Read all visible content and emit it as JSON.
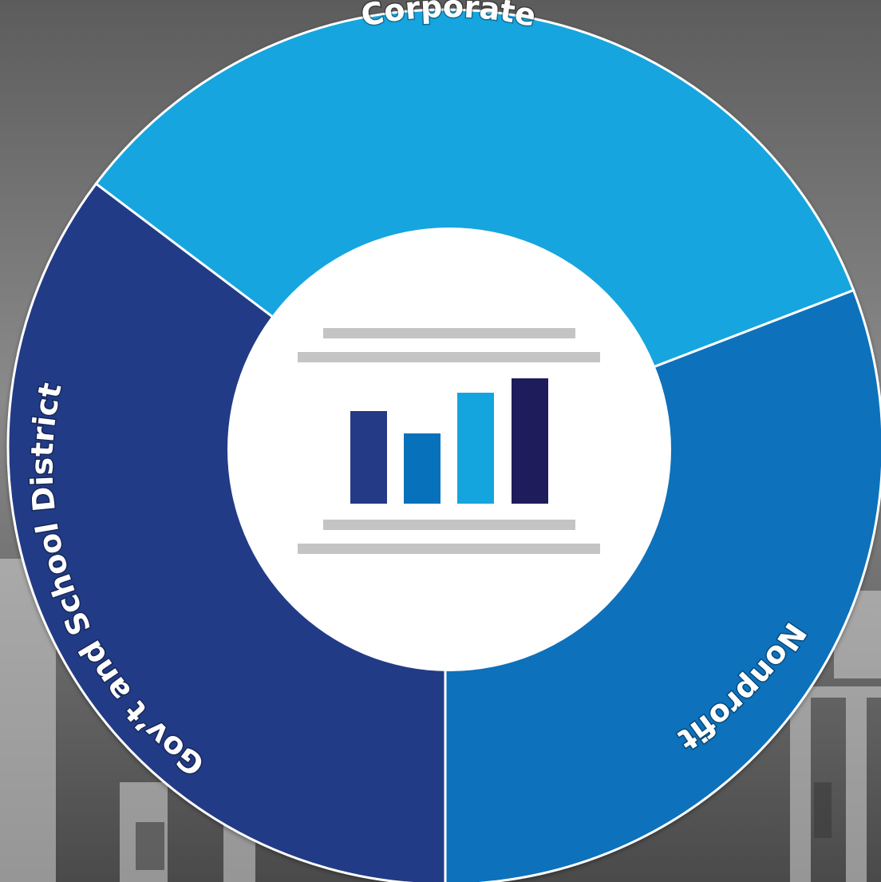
{
  "segments": [
    {
      "id": "corporate",
      "label": "Corporate",
      "color": "#15a5de"
    },
    {
      "id": "nonprofit",
      "label": "Nonprofit",
      "color": "#0871bb"
    },
    {
      "id": "govt",
      "label": "Gov’t and School District",
      "color": "#243a86"
    }
  ],
  "center_icon": {
    "name": "bar-chart-report-icon",
    "bar_colors": [
      "#243a86",
      "#0871bb",
      "#15a5de",
      "#1e1c5a"
    ],
    "rule_color": "#c4c4c4"
  },
  "background": "building-photo-grayscale"
}
